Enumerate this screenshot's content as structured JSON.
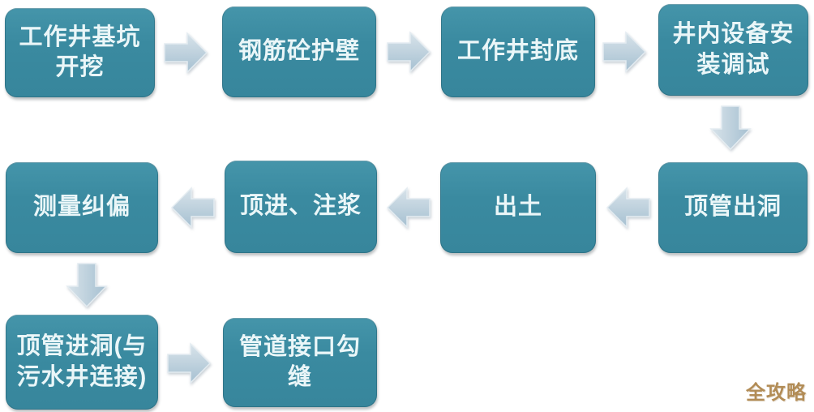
{
  "flowchart": {
    "steps": [
      {
        "label": "工作井基坑\n开挖"
      },
      {
        "label": "钢筋砼护壁"
      },
      {
        "label": "工作井封底"
      },
      {
        "label": "井内设备安\n装调试"
      },
      {
        "label": "顶管出洞"
      },
      {
        "label": "出土"
      },
      {
        "label": "顶进、注浆"
      },
      {
        "label": "测量纠偏"
      },
      {
        "label": "顶管进洞(与\n污水井连接)"
      },
      {
        "label": "管道接口勾\n缝"
      }
    ],
    "connections": [
      {
        "from": "工作井基坑开挖",
        "to": "钢筋砼护壁",
        "direction": "right"
      },
      {
        "from": "钢筋砼护壁",
        "to": "工作井封底",
        "direction": "right"
      },
      {
        "from": "工作井封底",
        "to": "井内设备安装调试",
        "direction": "right"
      },
      {
        "from": "井内设备安装调试",
        "to": "顶管出洞",
        "direction": "down"
      },
      {
        "from": "顶管出洞",
        "to": "出土",
        "direction": "left"
      },
      {
        "from": "出土",
        "to": "顶进、注浆",
        "direction": "left"
      },
      {
        "from": "顶进、注浆",
        "to": "测量纠偏",
        "direction": "left"
      },
      {
        "from": "测量纠偏",
        "to": "顶管进洞(与污水井连接)",
        "direction": "down"
      },
      {
        "from": "顶管进洞(与污水井连接)",
        "to": "管道接口勾缝",
        "direction": "right"
      }
    ]
  },
  "watermark": {
    "text": "全攻略",
    "color": "#b28c56"
  },
  "colors": {
    "node_fill": "#3a8aa0",
    "node_text": "#eaf6f8",
    "arrow_fill_light": "#d8e3ea",
    "arrow_fill_dark": "#a6c0d1",
    "arrow_outline": "#e4ecf1",
    "background": "#ffffff"
  }
}
